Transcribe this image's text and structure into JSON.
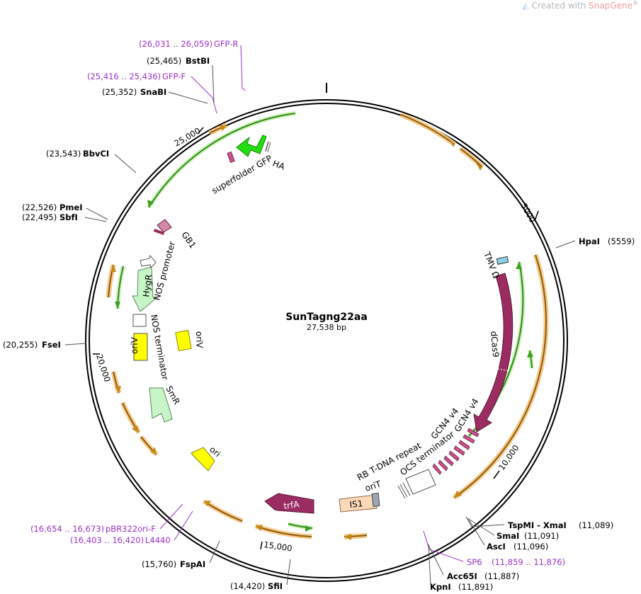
{
  "brand": {
    "prefix": "Created with",
    "name": "SnapGene",
    "mark": "®"
  },
  "plasmid": {
    "name": "SunTagng22aa",
    "length": "27,538 bp"
  },
  "ticks": [
    "5000",
    "10,000",
    "15,000",
    "20,000",
    "25,000"
  ],
  "sites": [
    {
      "pos": "(26,031 .. 26,059)",
      "name": "GFP-R",
      "kind": "primer"
    },
    {
      "pos": "(25,465)",
      "name": "BstBI",
      "kind": "enzyme"
    },
    {
      "pos": "(25,416 .. 25,436)",
      "name": "GFP-F",
      "kind": "primer"
    },
    {
      "pos": "(25,352)",
      "name": "SnaBI",
      "kind": "enzyme"
    },
    {
      "pos": "(23,543)",
      "name": "BbvCI",
      "kind": "enzyme"
    },
    {
      "pos": "(22,526)",
      "name": "PmeI",
      "kind": "enzyme"
    },
    {
      "pos": "(22,495)",
      "name": "SbfI",
      "kind": "enzyme"
    },
    {
      "pos": "(20,255)",
      "name": "FseI",
      "kind": "enzyme"
    },
    {
      "pos": "(16,654 .. 16,673)",
      "name": "pBR322ori-F",
      "kind": "primer"
    },
    {
      "pos": "(16,403 .. 16,420)",
      "name": "L4440",
      "kind": "primer"
    },
    {
      "pos": "(15,760)",
      "name": "FspAI",
      "kind": "enzyme"
    },
    {
      "pos": "(14,420)",
      "name": "SfiI",
      "kind": "enzyme"
    },
    {
      "pos": "(5559)",
      "name": "HpaI",
      "kind": "enzyme"
    },
    {
      "pos": "(11,089)",
      "name": "TspMI - XmaI",
      "kind": "enzyme"
    },
    {
      "pos": "(11,091)",
      "name": "SmaI",
      "kind": "enzyme"
    },
    {
      "pos": "(11,096)",
      "name": "AscI",
      "kind": "enzyme"
    },
    {
      "pos": "(11,859 .. 11,876)",
      "name": "SP6",
      "kind": "primer"
    },
    {
      "pos": "(11,887)",
      "name": "Acc65I",
      "kind": "enzyme"
    },
    {
      "pos": "(11,891)",
      "name": "KpnI",
      "kind": "enzyme"
    }
  ],
  "features": {
    "superfolder_gfp": "superfolder GFP",
    "ha": "HA",
    "gb1": "GB1",
    "nos_promoter": "NOS promoter",
    "hygr": "HygR",
    "nos_terminator": "NOS terminator",
    "oriv_left": "oriV",
    "oriv_right": "oriV",
    "smr": "SmR",
    "ori": "ori",
    "trfa": "trfA",
    "is1": "IS1",
    "orit": "oriT",
    "rb_repeat": "RB T-DNA repeat",
    "ocs_terminator": "OCS terminator",
    "gcn4_a": "GCN4 v4",
    "gcn4_b": "GCN4 v4",
    "tmv": "TMV Ω",
    "dcas9": "dCas9"
  },
  "colors": {
    "gfp": "#22dd11",
    "dcas9": "#9b2c62",
    "trfa": "#9b2c62",
    "hygr": "#c8f5c8",
    "oriv": "#ffff00",
    "ori": "#ffff00",
    "is1": "#fcd9b8",
    "orf_orange": "#c48a18",
    "orf_green": "#3aa020",
    "primer": "#9b30c8"
  }
}
